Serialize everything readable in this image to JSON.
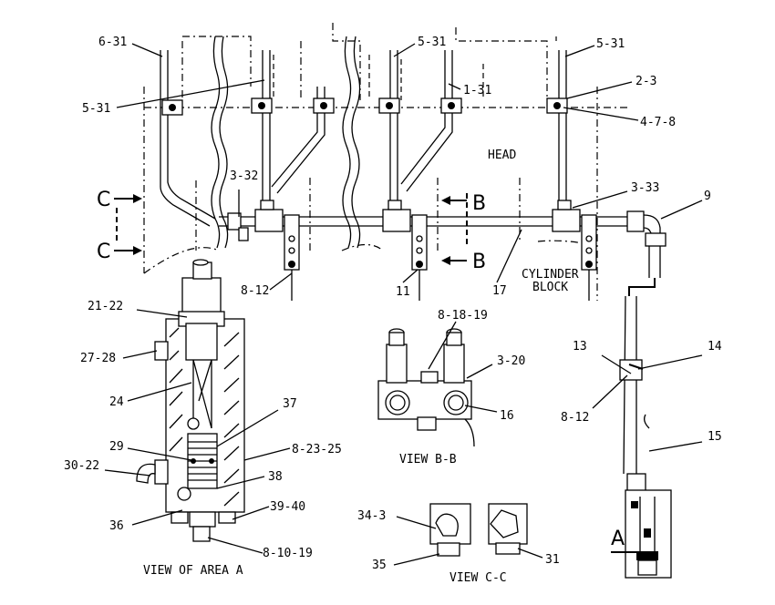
{
  "callouts": {
    "c_6_31": "6-31",
    "c_5_31_top_mid": "5-31",
    "c_5_31_top_right": "5-31",
    "c_5_31_left": "5-31",
    "c_1_31": "1-31",
    "c_2_3": "2-3",
    "c_4_7_8": "4-7-8",
    "c_head": "HEAD",
    "c_3_32": "3-32",
    "c_3_33": "3-33",
    "c_9": "9",
    "c_b_top": "B",
    "c_b_bottom": "B",
    "c_c_top": "C",
    "c_c_bottom": "C",
    "c_8_12_top": "8-12",
    "c_11": "11",
    "c_17": "17",
    "c_cylinder": "CYLINDER",
    "c_block": "BLOCK",
    "c_21_22": "21-22",
    "c_27_28": "27-28",
    "c_24": "24",
    "c_37": "37",
    "c_29": "29",
    "c_8_23_25": "8-23-25",
    "c_30_22": "30-22",
    "c_38": "38",
    "c_39_40": "39-40",
    "c_36": "36",
    "c_8_10_19": "8-10-19",
    "c_view_area_a": "VIEW OF AREA A",
    "c_8_18_19": "8-18-19",
    "c_3_20": "3-20",
    "c_16": "16",
    "c_view_bb": "VIEW B-B",
    "c_13": "13",
    "c_14": "14",
    "c_8_12_right": "8-12",
    "c_15": "15",
    "c_a": "A",
    "c_34_3": "34-3",
    "c_35": "35",
    "c_31": "31",
    "c_view_cc": "VIEW C-C"
  }
}
